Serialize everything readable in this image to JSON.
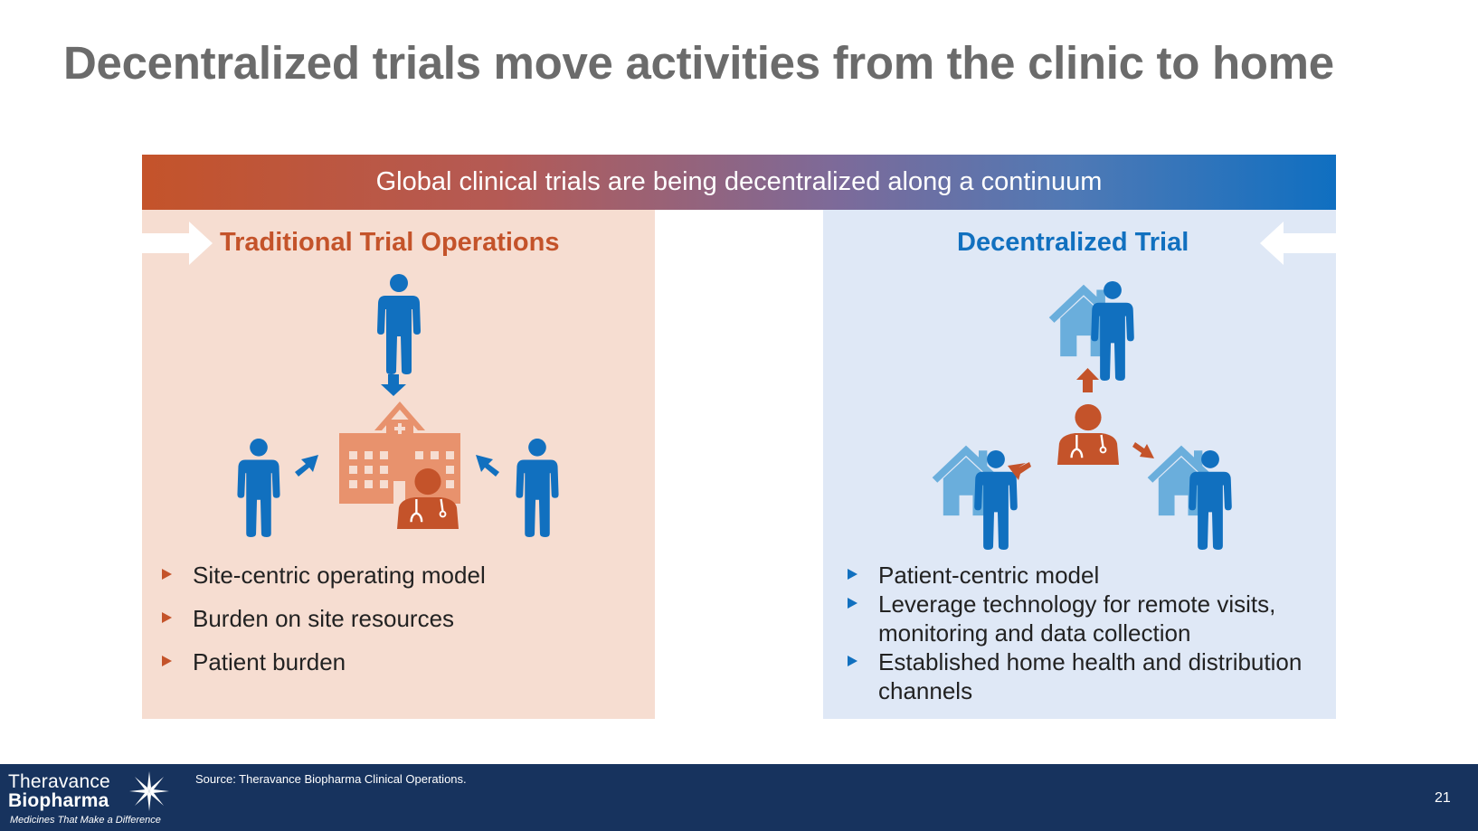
{
  "title": "Decentralized trials move activities from the clinic to home",
  "banner": "Global clinical trials are being decentralized along a continuum",
  "left_panel": {
    "heading": "Traditional Trial Operations",
    "bullets": [
      "Site-centric operating model",
      "Burden on site resources",
      "Patient burden"
    ]
  },
  "right_panel": {
    "heading": "Decentralized Trial",
    "bullets": [
      "Patient-centric model",
      "Leverage technology for remote visits, monitoring and data collection",
      "Established home health and distribution channels"
    ]
  },
  "footer": {
    "logo_line1": "Theravance",
    "logo_line2": "Biopharma",
    "tagline": "Medicines That Make a Difference",
    "source": "Source: Theravance Biopharma Clinical Operations.",
    "page_number": "21"
  },
  "colors": {
    "orange": "#c4532a",
    "blue": "#1170bf",
    "light_blue": "#6aaedc",
    "left_panel_bg": "#f6ddd1",
    "right_panel_bg": "#dfe8f6",
    "footer_bg": "#17335e"
  },
  "icons": [
    "person-icon",
    "hospital-icon",
    "doctor-icon",
    "house-icon",
    "arrow-icon",
    "theravance-star-icon"
  ]
}
